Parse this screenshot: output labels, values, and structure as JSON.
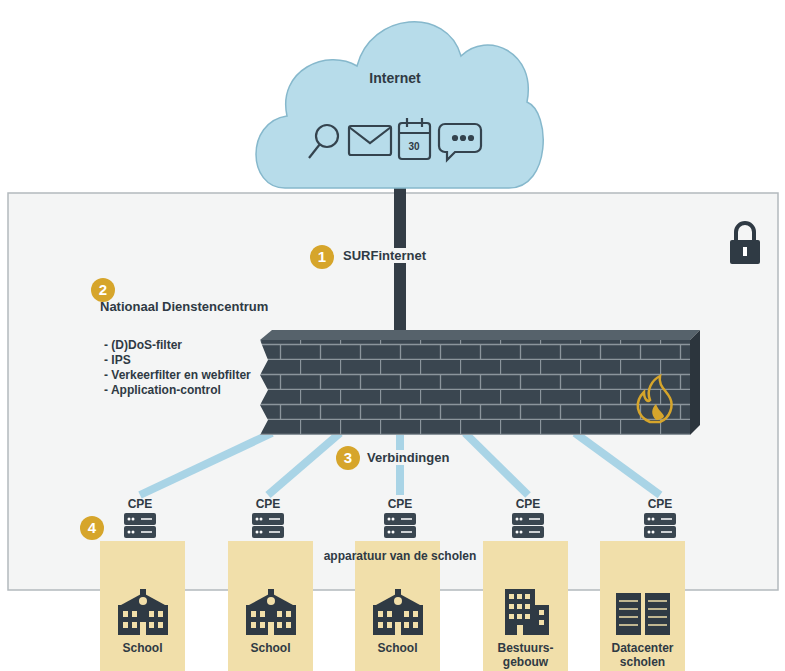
{
  "diagram": {
    "nodes": [
      {
        "text": [
          "Internet"
        ]
      },
      {
        "text": [
          "Nationaal Dienstencentrum",
          "- (D)DoS-filter",
          "- IPS",
          "- Verkeerfilter en webfilter",
          "- Application-control"
        ]
      },
      {
        "text": [
          "CPE"
        ]
      },
      {
        "text": [
          "CPE"
        ]
      },
      {
        "text": [
          "CPE"
        ]
      },
      {
        "text": [
          "CPE"
        ]
      },
      {
        "text": [
          "CPE"
        ]
      },
      {
        "text": [
          "School"
        ]
      },
      {
        "text": [
          "School"
        ]
      },
      {
        "text": [
          "School"
        ]
      },
      {
        "text": [
          "Bestuurs-gebouw"
        ]
      },
      {
        "text": [
          "Datacenter scholen"
        ]
      }
    ],
    "edges": [
      {
        "from": 0,
        "to": 1,
        "arrow": "none"
      },
      {
        "from": 1,
        "to": 2,
        "arrow": "none"
      },
      {
        "from": 1,
        "to": 3,
        "arrow": "none"
      },
      {
        "from": 1,
        "to": 4,
        "arrow": "none"
      },
      {
        "from": 1,
        "to": 5,
        "arrow": "none"
      },
      {
        "from": 1,
        "to": 6,
        "arrow": "none"
      }
    ],
    "labels": [
      "1",
      "SURFinternet",
      "2",
      "3",
      "Verbindingen",
      "4",
      "apparatuur van de scholen",
      "30"
    ]
  }
}
